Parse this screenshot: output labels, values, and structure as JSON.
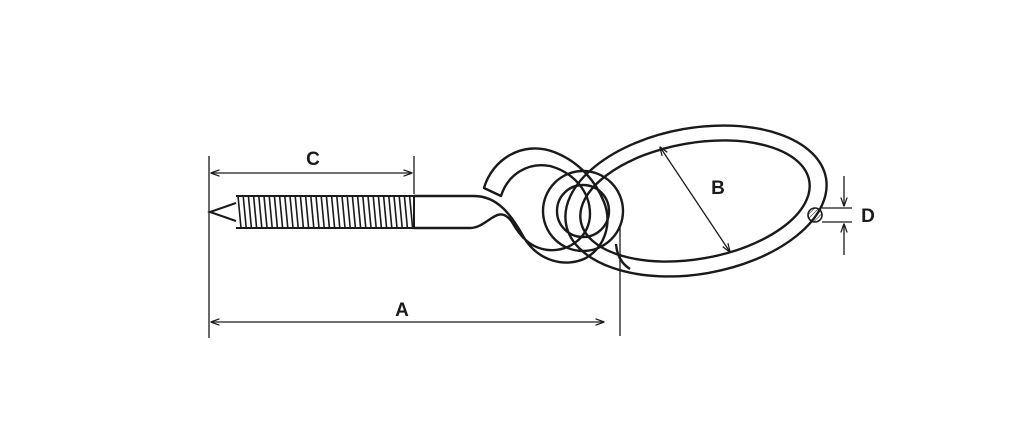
{
  "diagram": {
    "type": "technical-drawing",
    "subject": "eye-screw-hook-with-oval-ring",
    "colors": {
      "line": "#1a1a1a",
      "background": "#ffffff"
    },
    "dimensions": [
      {
        "id": "a",
        "label": "A"
      },
      {
        "id": "b",
        "label": "B"
      },
      {
        "id": "c",
        "label": "C"
      },
      {
        "id": "d",
        "label": "D"
      }
    ]
  }
}
